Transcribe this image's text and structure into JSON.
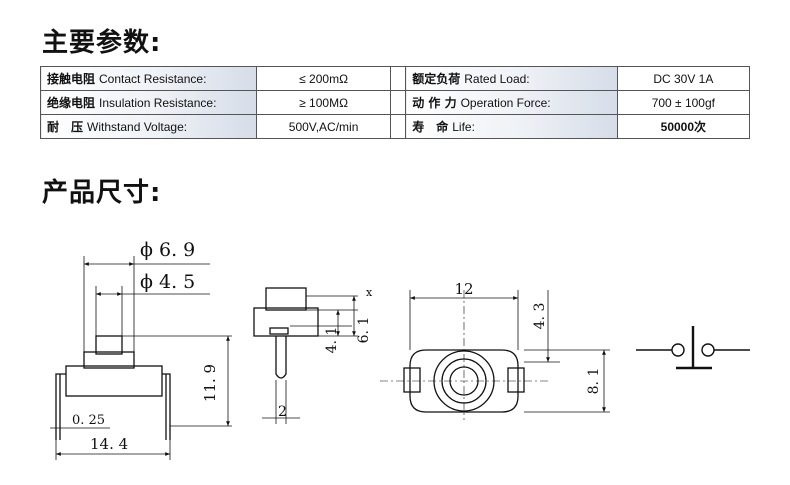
{
  "section1": {
    "title": "主要参数:"
  },
  "spec_rows": [
    {
      "left_cn": "接触电阻",
      "left_en": "Contact Resistance:",
      "left_value": "≤ 200mΩ",
      "right_cn": "额定负荷",
      "right_en": "Rated Load:",
      "right_value": "DC 30V 1A"
    },
    {
      "left_cn": "绝缘电阻",
      "left_en": "Insulation Resistance:",
      "left_value": "≥ 100MΩ",
      "right_cn": "动 作 力",
      "right_en": "Operation Force:",
      "right_value": "700 ± 100gf"
    },
    {
      "left_cn": "耐　压",
      "left_en": "Withstand Voltage:",
      "left_value": "500V,AC/min",
      "right_cn": "寿　命",
      "right_en": "Life:",
      "right_value": "50000次"
    }
  ],
  "section2": {
    "title": "产品尺寸:"
  },
  "dimensions": {
    "front": {
      "outer_diameter": "ϕ 6. 9",
      "inner_diameter": "ϕ 4. 5",
      "height": "11. 9",
      "pin_thickness": "0. 25",
      "width": "14. 4"
    },
    "side": {
      "x_mark": "x",
      "stem_height": "4. 1",
      "body_height": "6. 1",
      "pin_width": "2"
    },
    "top": {
      "width": "12",
      "cap_depth": "4. 3",
      "body_height": "8. 1"
    }
  }
}
